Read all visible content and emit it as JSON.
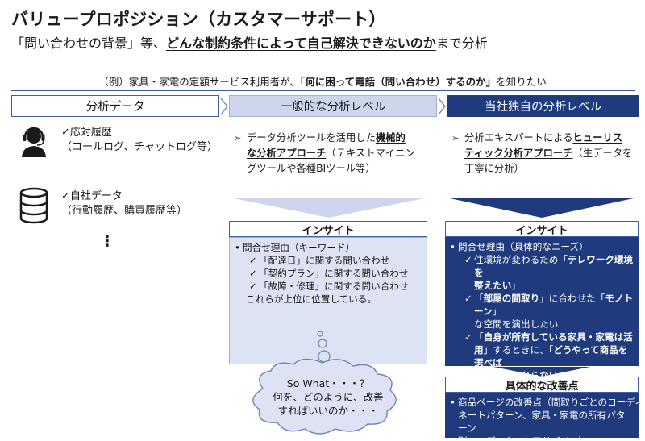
{
  "title": "バリュープロポジション（カスタマーサポート）",
  "subtitle": {
    "prefix": "「問い合わせの背景」等、",
    "emphasis": "どんな制約条件によって自己解決できないのか",
    "suffix": "まで分析"
  },
  "example": {
    "prefix": "（例）家具・家電の定額サービス利用者が、",
    "emphasis": "「何に困って電話（問い合わせ）するのか」",
    "suffix": "を知りたい"
  },
  "columns": {
    "data": "分析データ",
    "general": "一般的な分析レベル",
    "own": "当社独自の分析レベル"
  },
  "data_sources": [
    {
      "icon": "headset-operator-icon",
      "title": "✓応対履歴",
      "detail": "（コールログ、チャットログ等）"
    },
    {
      "icon": "database-icon",
      "title": "✓自社データ",
      "detail": "（行動履歴、購買履歴等）"
    }
  ],
  "data_more": "⋮",
  "general_approach": {
    "bullet": "➢",
    "l1_pre": "データ分析ツールを活用した",
    "l1_em": "機械的",
    "l2_em": "な分析アプローチ",
    "l2_post": "（テキストマイニン",
    "l3": "グツールや各種BIツール等）"
  },
  "own_approach": {
    "bullet": "➢",
    "l1_pre": "分析エキスパートによる",
    "l1_em": "ヒューリス",
    "l2_em": "ティック分析アプローチ",
    "l2_post": "（生データを",
    "l3": "丁寧に分析）"
  },
  "insight_general": {
    "head": "インサイト",
    "lead": "問合せ理由（キーワード）",
    "items": [
      "「配達日」に関する問い合わせ",
      "「契約プラン」に関する問い合わせ",
      "「故障・修理」に関する問い合わせ"
    ],
    "closing": "これらが上位に位置している。"
  },
  "insight_own": {
    "head": "インサイト",
    "lead": "問合せ理由（具体的なニーズ）",
    "i1_a": "住環境が変わるため「",
    "i1_em1": "テレワーク環境を",
    "i1_em2": "整えたい",
    "i1_b": "」",
    "i2_a": "「",
    "i2_em1": "部屋の間取り",
    "i2_b": "」に合わせた「",
    "i2_em2": "モノトーン",
    "i2_c": "」",
    "i2_l2": "な空間を演出したい",
    "i3_a": "「",
    "i3_em1": "自身が所有している家具・家電は活",
    "i3_em2": "用",
    "i3_b": "」するときに、「",
    "i3_em3": "どうやって商品を選べば",
    "i3_em4": "よいのかわからない",
    "i3_c": "」"
  },
  "improvement": {
    "head": "具体的な改善点",
    "l1": "商品ページの改善点（間取りごとのコーディ",
    "l2": "ネートパターン、家具・家電の所有パターン",
    "l3": "別コーディネートアドバイス）"
  },
  "cloud": {
    "l1": "So What・・・？",
    "l2": "何を、どのように、改善",
    "l3": "すればいいのか・・・"
  },
  "colors": {
    "navy": "#1f3a7d",
    "light_blue": "#cdd6ec",
    "pale_blue": "#dde3f3",
    "border_blue": "#3e5fa8"
  }
}
